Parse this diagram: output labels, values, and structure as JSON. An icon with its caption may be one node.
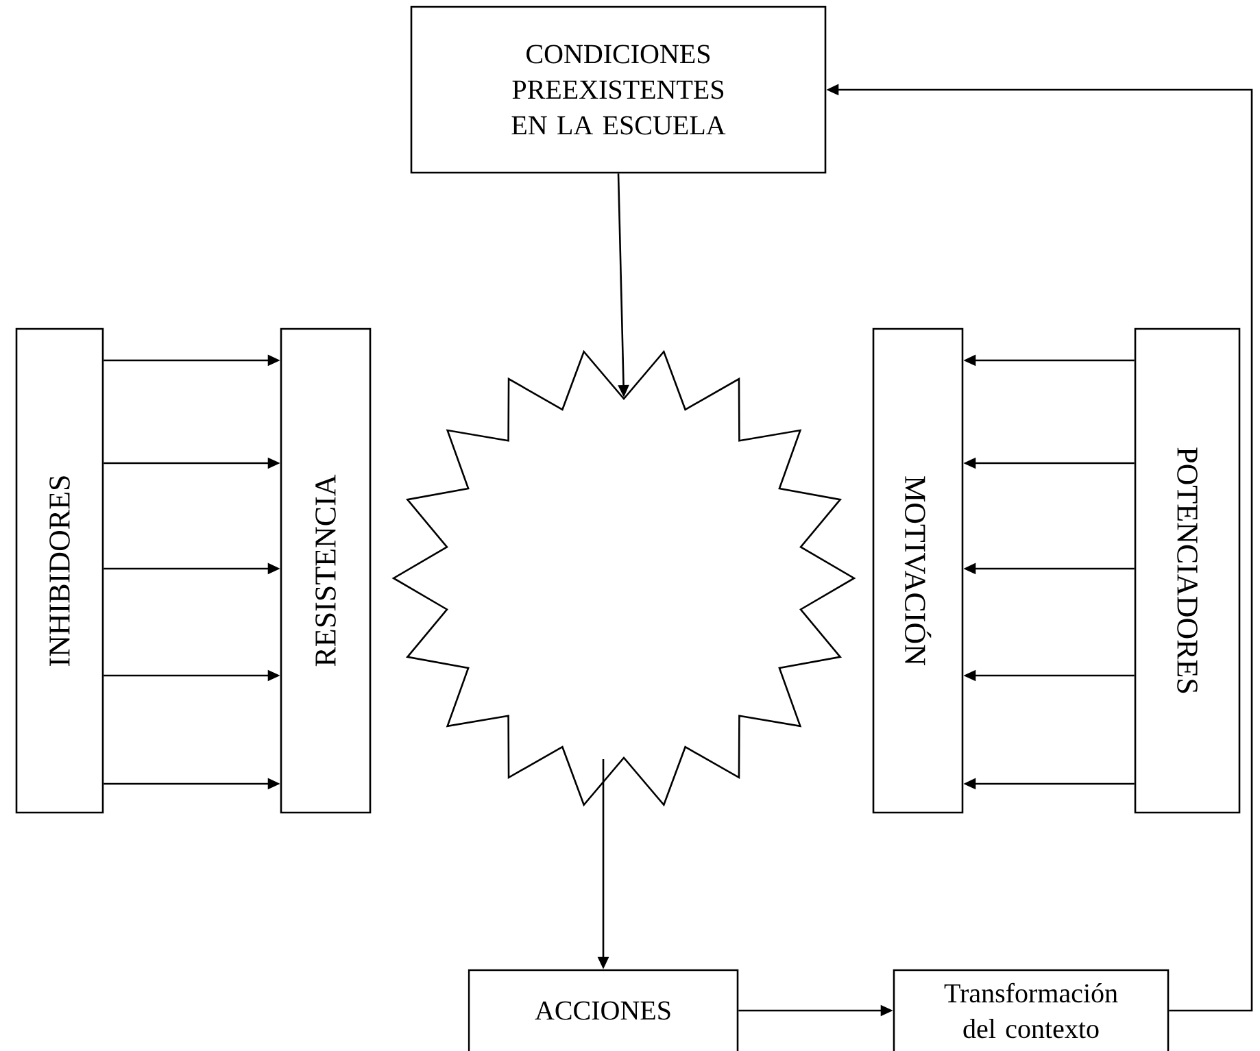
{
  "diagram": {
    "nodes": [
      {
        "text": [
          "CONDICIONES PREEXISTENTES EN LA ESCUELA"
        ]
      },
      {
        "text": [
          "INHIBIDORES"
        ]
      },
      {
        "text": [
          "RESISTENCIA"
        ]
      },
      {
        "text": [],
        "shape": "star"
      },
      {
        "text": [
          "MOTIVACIÓN"
        ]
      },
      {
        "text": [
          "POTENCIADORES"
        ]
      },
      {
        "text": [
          "ACCIONES"
        ]
      },
      {
        "text": [
          "Transformación del contexto"
        ]
      }
    ],
    "edges": [
      {
        "from": 0,
        "to": 3,
        "arrow": "to"
      },
      {
        "from": 1,
        "to": 2,
        "arrow": "to"
      },
      {
        "from": 1,
        "to": 2,
        "arrow": "to"
      },
      {
        "from": 1,
        "to": 2,
        "arrow": "to"
      },
      {
        "from": 1,
        "to": 2,
        "arrow": "to"
      },
      {
        "from": 1,
        "to": 2,
        "arrow": "to"
      },
      {
        "from": 5,
        "to": 4,
        "arrow": "to"
      },
      {
        "from": 5,
        "to": 4,
        "arrow": "to"
      },
      {
        "from": 5,
        "to": 4,
        "arrow": "to"
      },
      {
        "from": 5,
        "to": 4,
        "arrow": "to"
      },
      {
        "from": 5,
        "to": 4,
        "arrow": "to"
      },
      {
        "from": 3,
        "to": 6,
        "arrow": "to"
      },
      {
        "from": 6,
        "to": 7,
        "arrow": "to"
      },
      {
        "from": 7,
        "to": 0,
        "arrow": "to"
      }
    ]
  }
}
